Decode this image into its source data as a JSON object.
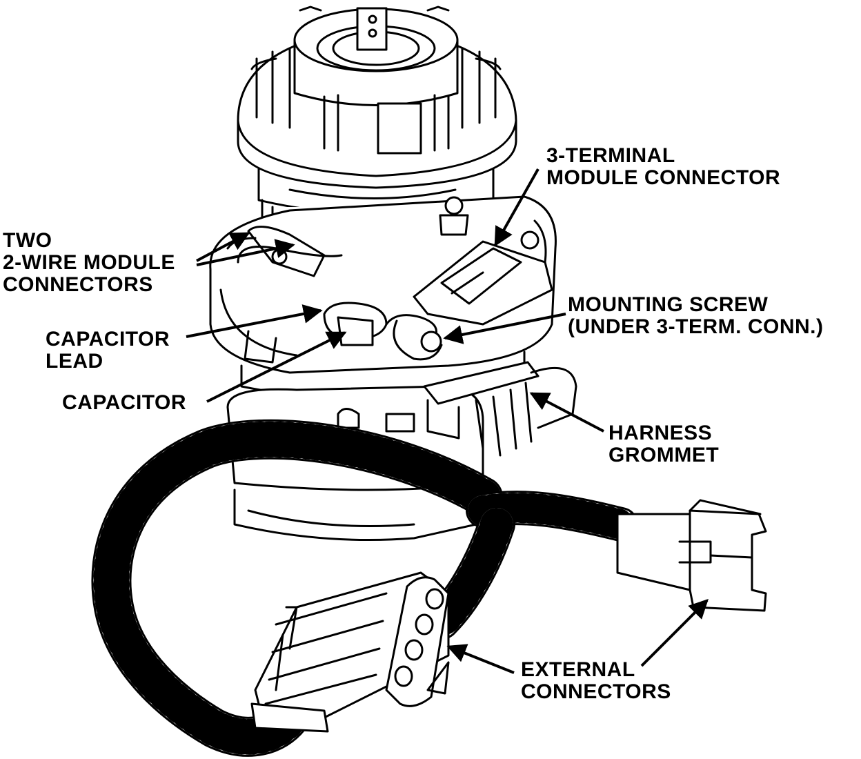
{
  "colors": {
    "ink": "#000000",
    "paper": "#ffffff"
  },
  "labels": {
    "three_terminal": {
      "line1": "3-TERMINAL",
      "line2": "MODULE CONNECTOR"
    },
    "two_wire": {
      "line1": "TWO",
      "line2": "2-WIRE MODULE",
      "line3": "CONNECTORS"
    },
    "mounting_screw": {
      "line1": "MOUNTING SCREW",
      "line2": "(UNDER 3-TERM. CONN.)"
    },
    "capacitor_lead": {
      "line1": "CAPACITOR",
      "line2": "LEAD"
    },
    "capacitor": {
      "line1": "CAPACITOR"
    },
    "harness_grommet": {
      "line1": "HARNESS",
      "line2": "GROMMET"
    },
    "external_connectors": {
      "line1": "EXTERNAL",
      "line2": "CONNECTORS"
    }
  }
}
